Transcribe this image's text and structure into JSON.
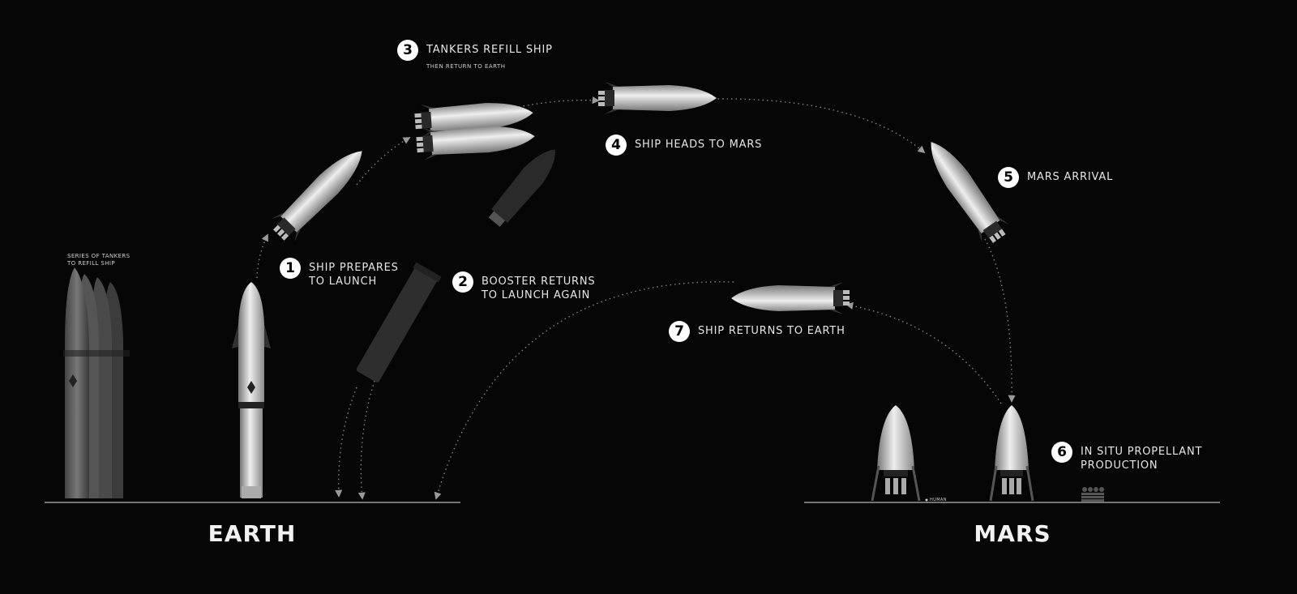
{
  "steps": [
    {
      "number": "1",
      "label_line1": "SHIP PREPARES",
      "label_line2": "TO LAUNCH"
    },
    {
      "number": "2",
      "label_line1": "BOOSTER RETURNS",
      "label_line2": "TO LAUNCH AGAIN"
    },
    {
      "number": "3",
      "label_line1": "TANKERS REFILL SHIP",
      "sublabel": "THEN RETURN TO EARTH"
    },
    {
      "number": "4",
      "label_line1": "SHIP HEADS TO MARS"
    },
    {
      "number": "5",
      "label_line1": "MARS ARRIVAL"
    },
    {
      "number": "6",
      "label_line1": "IN SITU PROPELLANT",
      "label_line2": "PRODUCTION"
    },
    {
      "number": "7",
      "label_line1": "SHIP RETURNS TO EARTH"
    }
  ],
  "tankers_label": {
    "line1": "SERIES OF TANKERS",
    "line2": "TO REFILL SHIP"
  },
  "human_scale_label": "HUMAN",
  "planets": {
    "earth": "EARTH",
    "mars": "MARS"
  },
  "colors": {
    "background": "#060606",
    "ship": "#c8c8c8",
    "booster": "#2e2e2e",
    "path": "#8a8a8a",
    "text": "#e6e6e6"
  }
}
